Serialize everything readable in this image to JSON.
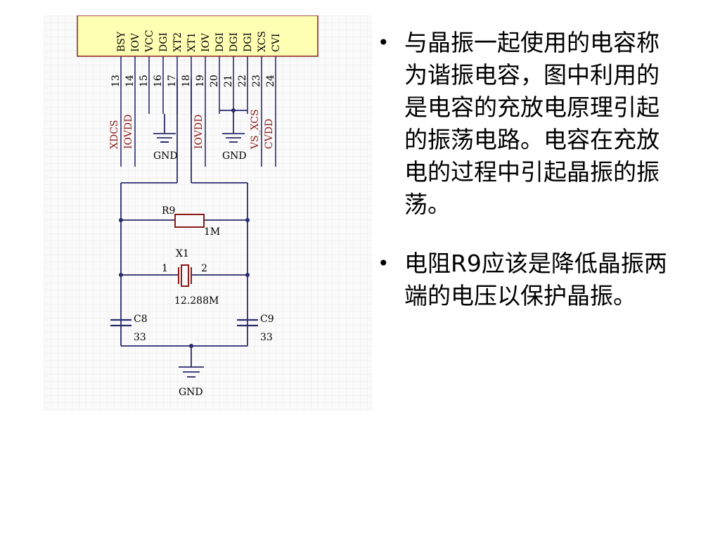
{
  "schematic": {
    "ic_pins": [
      {
        "name": "BSY",
        "number": "",
        "net": ""
      },
      {
        "name": "IOV",
        "number": "",
        "net": ""
      },
      {
        "name": "VCC",
        "number": "",
        "net": ""
      },
      {
        "name": "DGI",
        "number": "",
        "net": ""
      },
      {
        "name": "XT2",
        "number": "",
        "net": ""
      },
      {
        "name": "XT1",
        "number": "",
        "net": ""
      },
      {
        "name": "IOV",
        "number": "",
        "net": ""
      },
      {
        "name": "DGI",
        "number": "",
        "net": ""
      },
      {
        "name": "DGI",
        "number": "",
        "net": ""
      },
      {
        "name": "DGI",
        "number": "",
        "net": ""
      },
      {
        "name": "XCS",
        "number": "",
        "net": ""
      },
      {
        "name": "CVI",
        "number": "",
        "net": ""
      }
    ],
    "pin_numbers": [
      "13",
      "14",
      "15",
      "16",
      "17",
      "18",
      "19",
      "20",
      "21",
      "22",
      "23",
      "24"
    ],
    "net_labels": [
      "XDCS",
      "IOVDD",
      "IOVDD",
      "VS_XCS",
      "CVDD"
    ],
    "gnd_label": "GND",
    "r9": {
      "ref": "R9",
      "value": "1M"
    },
    "x1": {
      "ref": "X1",
      "pin1": "1",
      "pin2": "2",
      "value": "12.288M"
    },
    "c8": {
      "ref": "C8",
      "value": "33"
    },
    "c9": {
      "ref": "C9",
      "value": "33"
    }
  },
  "bullets": [
    {
      "marker": "•",
      "text": "与晶振一起使用的电容称为谐振电容，图中利用的是电容的充放电原理引起的振荡电路。电容在充放电的过程中引起晶振的振荡。"
    },
    {
      "marker": "•",
      "text": "电阻R9应该是降低晶振两端的电压以保护晶振。"
    }
  ]
}
